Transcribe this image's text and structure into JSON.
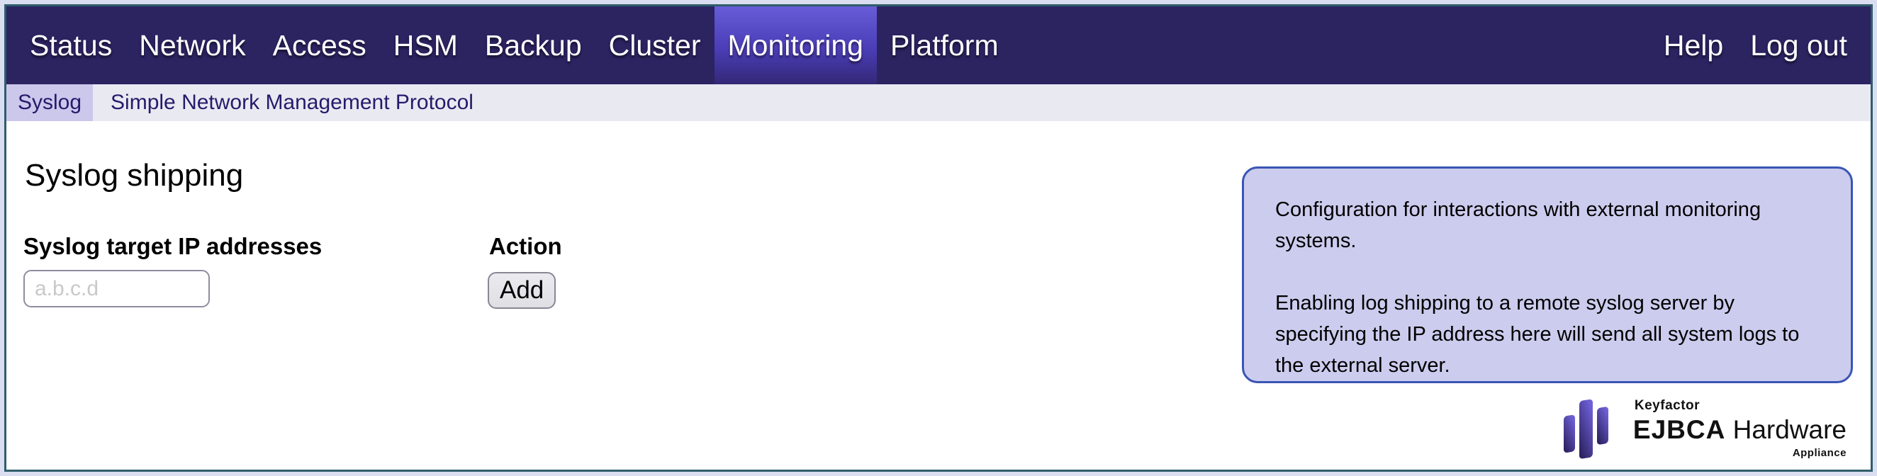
{
  "nav": {
    "items": [
      {
        "label": "Status",
        "active": false
      },
      {
        "label": "Network",
        "active": false
      },
      {
        "label": "Access",
        "active": false
      },
      {
        "label": "HSM",
        "active": false
      },
      {
        "label": "Backup",
        "active": false
      },
      {
        "label": "Cluster",
        "active": false
      },
      {
        "label": "Monitoring",
        "active": true
      },
      {
        "label": "Platform",
        "active": false
      }
    ],
    "right_items": [
      {
        "label": "Help"
      },
      {
        "label": "Log out"
      }
    ]
  },
  "subnav": {
    "items": [
      {
        "label": "Syslog",
        "active": true
      },
      {
        "label": "Simple Network Management Protocol",
        "active": false
      }
    ]
  },
  "main": {
    "heading": "Syslog shipping",
    "form": {
      "ip_label": "Syslog target IP addresses",
      "ip_placeholder": "a.b.c.d",
      "ip_value": "",
      "action_label": "Action",
      "add_button_label": "Add"
    },
    "info_box": {
      "paragraph1": "Configuration for interactions with external monitoring systems.",
      "paragraph2": "Enabling log shipping to a remote syslog server by specifying the IP address here will send all system logs to the external server."
    }
  },
  "footer": {
    "logo": {
      "icon": "keyfactor-bars-icon",
      "brand": "Keyfactor",
      "product_bold": "EJBCA",
      "product_regular": "Hardware",
      "suffix": "Appliance"
    }
  },
  "colors": {
    "outer_background": "#dbddf0",
    "page_border": "#2f5d6b",
    "nav_background": "#2c2361",
    "nav_active_gradient_top": "#675cd8",
    "nav_active_gradient_bottom": "#322876",
    "subnav_background": "#e9e9f2",
    "subnav_active_chip": "#cbc8ec",
    "subnav_text": "#241c6b",
    "info_box_background": "#ccccee",
    "info_box_border": "#3a55b4",
    "logo_purple_dark": "#241b52",
    "logo_purple_light": "#6e5fd6"
  }
}
